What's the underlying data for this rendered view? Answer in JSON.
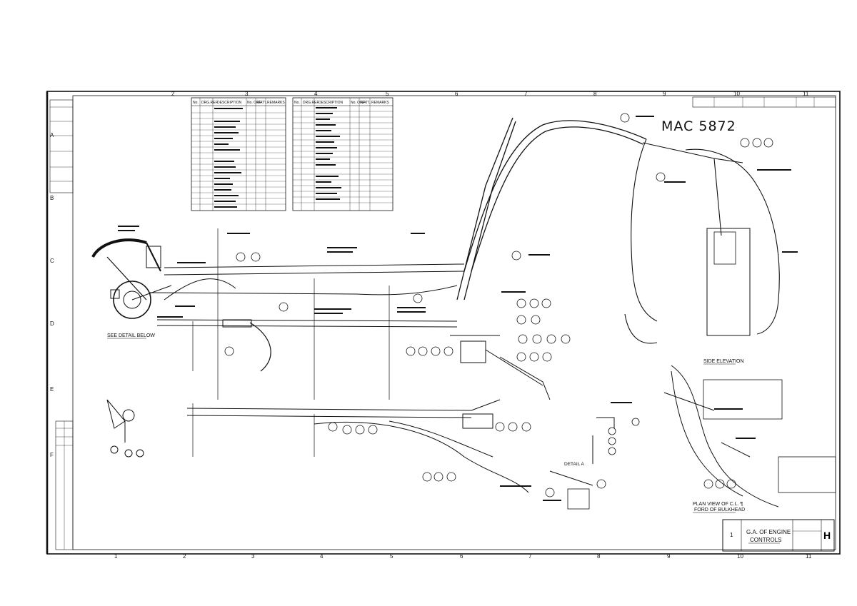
{
  "drawing_id": "MAC 5872",
  "title_block": {
    "title_line1": "G.A. OF ENGINE",
    "title_line2": "CONTROLS",
    "sheet_no": "1",
    "sheet_letter": "H"
  },
  "views": {
    "side_elevation": "SIDE ELEVATION",
    "plan_view_line1": "PLAN VIEW OF C.L. ¶",
    "plan_view_line2": "FORD OF BULKHEAD",
    "see_detail": "SEE DETAIL BELOW",
    "detail_a": "DETAIL A"
  },
  "parts_table_headers": {
    "left": [
      "No.",
      "DRG.REF.",
      "DESCRIPTION",
      "No. OFF",
      "MAT'L",
      "REMARKS"
    ],
    "right": [
      "No.",
      "DRG.REF.",
      "DESCRIPTION",
      "No. OFF",
      "MAT'L",
      "REMARKS"
    ]
  },
  "grid_top": [
    "2",
    "3",
    "4",
    "5",
    "6",
    "7",
    "8",
    "9",
    "10",
    "11"
  ],
  "grid_bottom": [
    "1",
    "2",
    "3",
    "4",
    "5",
    "6",
    "7",
    "8",
    "9",
    "10",
    "11"
  ],
  "grid_left": [
    "A",
    "B",
    "C",
    "D",
    "E",
    "F"
  ]
}
